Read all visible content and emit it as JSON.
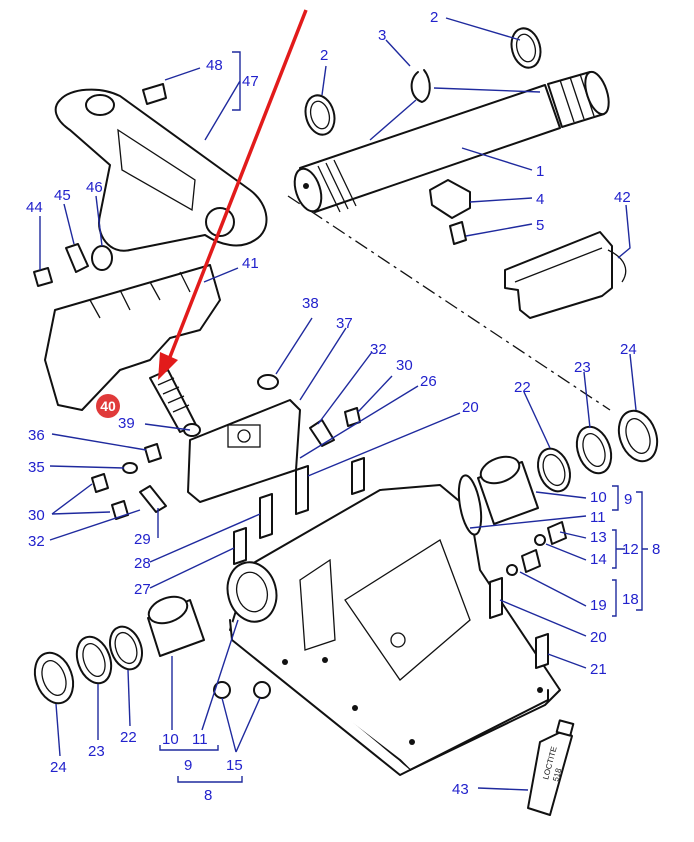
{
  "diagram": {
    "highlight": {
      "label": "40",
      "color": "#e03a3a"
    },
    "arrow_color": "#e21b1b",
    "label_color": "#2222cc",
    "labels": {
      "l48": "48",
      "l47": "47",
      "l2a": "2",
      "l2b": "2",
      "l3": "3",
      "l1": "1",
      "l4": "4",
      "l5": "5",
      "l42": "42",
      "l44": "44",
      "l45": "45",
      "l46": "46",
      "l41": "41",
      "l38": "38",
      "l37": "37",
      "l32a": "32",
      "l30a": "30",
      "l26": "26",
      "l20a": "20",
      "l24a": "24",
      "l23a": "23",
      "l22a": "22",
      "l39": "39",
      "l36": "36",
      "l35": "35",
      "l30b": "30",
      "l32b": "32",
      "l29": "29",
      "l28": "28",
      "l27": "27",
      "l10a": "10",
      "l11a": "11",
      "l9a": "9",
      "l8a": "8",
      "l13": "13",
      "l14": "14",
      "l12": "12",
      "l18": "18",
      "l19": "19",
      "l20b": "20",
      "l21": "21",
      "l24b": "24",
      "l23b": "23",
      "l22b": "22",
      "l10b": "10",
      "l11b": "11",
      "l9b": "9",
      "l15": "15",
      "l8b": "8",
      "l43": "43"
    },
    "tube_text": [
      "LOCTITE",
      "518"
    ]
  }
}
